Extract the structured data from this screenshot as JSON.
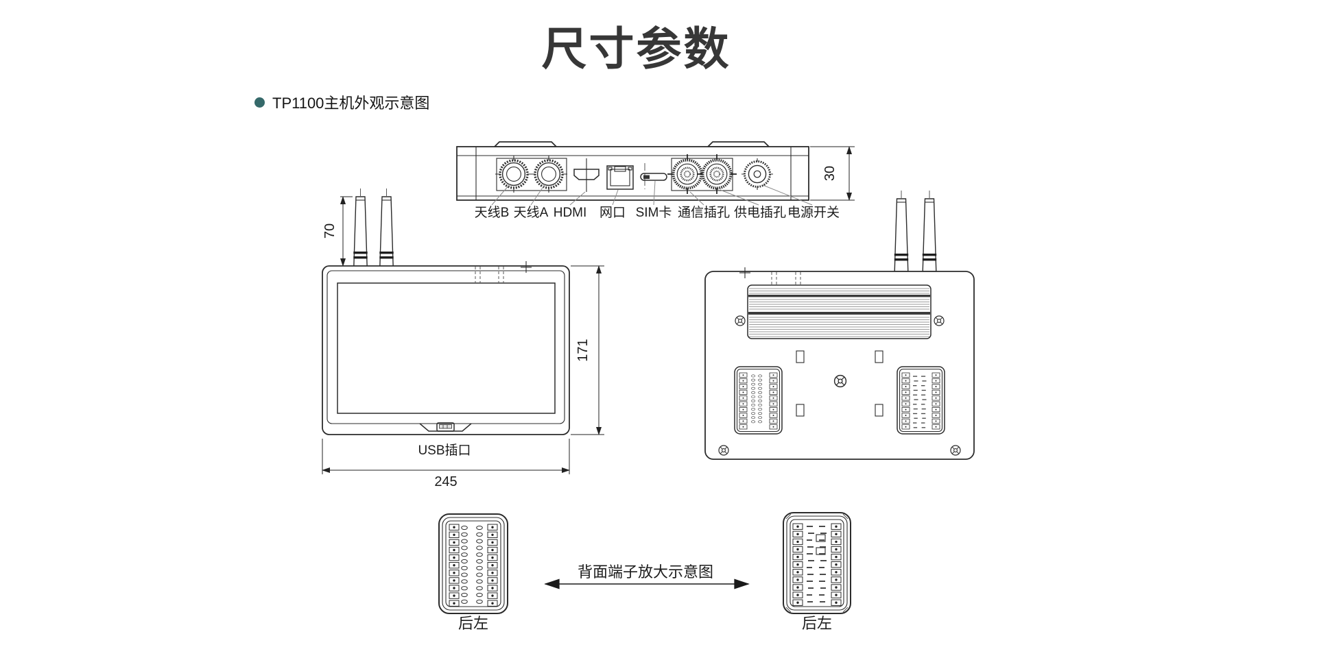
{
  "page": {
    "title": "尺寸参数",
    "section_bullet": "TP1100主机外观示意图"
  },
  "colors": {
    "accent_bullet": "#35696a",
    "title_text": "#373737",
    "drawing_line": "#2b2b2b",
    "leader_line": "#8a8a8a"
  },
  "top_view": {
    "port_labels": [
      "天线B",
      "天线A",
      "HDMI",
      "网口",
      "SIM卡",
      "通信插孔",
      "供电插孔",
      "电源开关"
    ],
    "dim_thickness": "30"
  },
  "front_view": {
    "dim_antenna_height": "70",
    "dim_body_height": "171",
    "dim_body_width": "245",
    "usb_label": "USB插口"
  },
  "rear_terminals": {
    "caption": "背面端子放大示意图",
    "left_label": "后左",
    "right_label": "后左"
  }
}
